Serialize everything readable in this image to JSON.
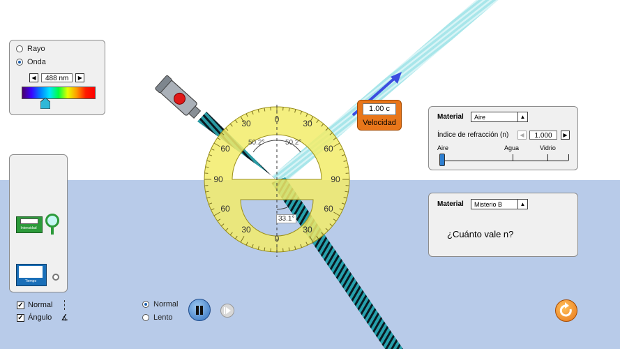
{
  "wave_panel": {
    "options": [
      {
        "label": "Rayo",
        "selected": false
      },
      {
        "label": "Onda",
        "selected": true
      }
    ],
    "wavelength": "488 nm"
  },
  "medium_top": {
    "material_label": "Material",
    "material_value": "Aire",
    "index_label": "Índice de refracción (n)",
    "index_value": "1.000",
    "slider_labels": [
      "Aire",
      "Agua",
      "Vidrio"
    ]
  },
  "medium_bottom": {
    "material_label": "Material",
    "material_value": "Misterio B",
    "question": "¿Cuánto vale n?"
  },
  "speed_tool": {
    "value": "1.00 c",
    "label": "Velocidad"
  },
  "protractor": {
    "angle_left": "50.2°",
    "angle_right": "50.2°",
    "angle_bottom": "33.1°",
    "ticks_top": [
      "30",
      "0",
      "30",
      "60",
      "60",
      "90",
      "90",
      "60",
      "60",
      "30",
      "0",
      "30"
    ]
  },
  "toolbox": {
    "intensity_label": "Intensidad",
    "time_label": "Tiempo"
  },
  "checks": [
    {
      "label": "Normal",
      "checked": true
    },
    {
      "label": "Ángulo",
      "checked": true
    }
  ],
  "speed": [
    {
      "label": "Normal",
      "selected": true
    },
    {
      "label": "Lento",
      "selected": false
    }
  ],
  "colors": {
    "water": "#b8cbe9",
    "beam": "#1f8f99",
    "accent": "#e8761a"
  }
}
